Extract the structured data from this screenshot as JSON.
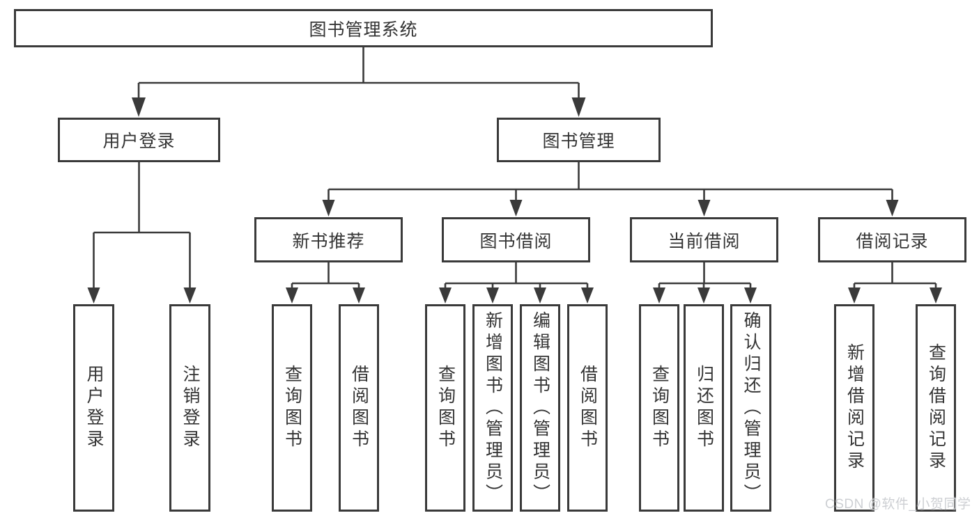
{
  "tree": {
    "root": {
      "label": "图书管理系统",
      "children": [
        {
          "label": "用户登录",
          "children": [
            {
              "label": "用户登录"
            },
            {
              "label": "注销登录"
            }
          ]
        },
        {
          "label": "图书管理",
          "children": [
            {
              "label": "新书推荐",
              "children": [
                {
                  "label": "查询图书"
                },
                {
                  "label": "借阅图书"
                }
              ]
            },
            {
              "label": "图书借阅",
              "children": [
                {
                  "label": "查询图书"
                },
                {
                  "label": "新增图书（管理员）"
                },
                {
                  "label": "编辑图书（管理员）"
                },
                {
                  "label": "借阅图书"
                }
              ]
            },
            {
              "label": "当前借阅",
              "children": [
                {
                  "label": "查询图书"
                },
                {
                  "label": "归还图书"
                },
                {
                  "label": "确认归还（管理员）"
                }
              ]
            },
            {
              "label": "借阅记录",
              "children": [
                {
                  "label": "新增借阅记录"
                },
                {
                  "label": "查询借阅记录"
                }
              ]
            }
          ]
        }
      ]
    }
  },
  "watermark": {
    "text": "CSDN @软件_小贺同学"
  },
  "colors": {
    "line": "#3a3a3a",
    "box_border": "#3a3a3a",
    "text": "#333333",
    "background": "#ffffff",
    "watermark": "#c9ccd0"
  }
}
